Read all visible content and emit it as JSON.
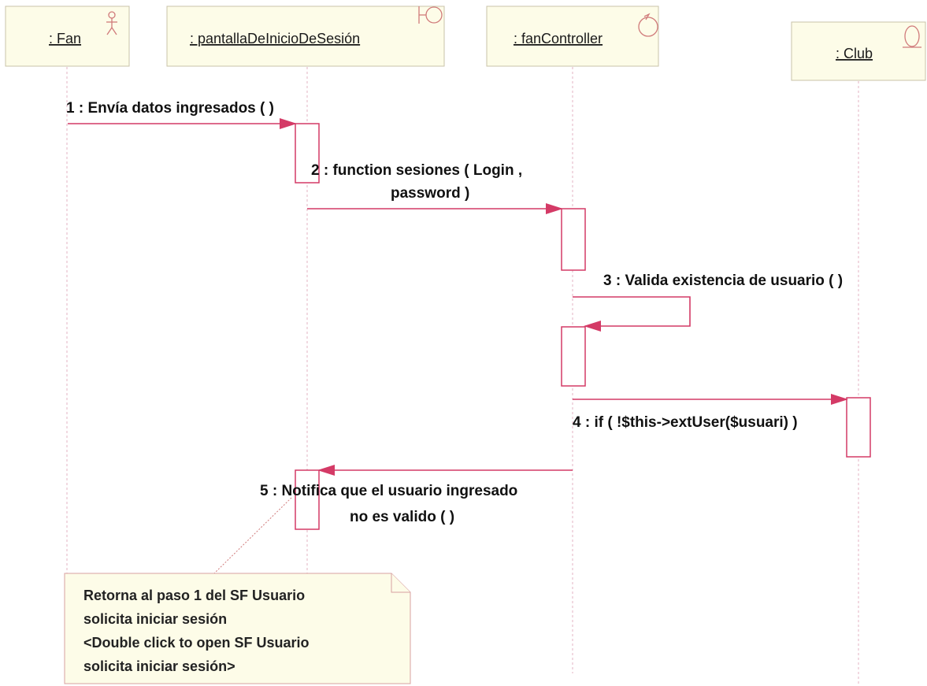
{
  "diagram": {
    "type": "sequence",
    "objects": [
      {
        "id": "fan",
        "label": ": Fan",
        "stereotype": "actor-icon"
      },
      {
        "id": "pantalla",
        "label": ": pantallaDeInicioDeSesión",
        "stereotype": "boundary-icon"
      },
      {
        "id": "controller",
        "label": ": fanController",
        "stereotype": "control-icon"
      },
      {
        "id": "club",
        "label": ": Club",
        "stereotype": "entity-icon"
      }
    ],
    "messages": [
      {
        "from": "fan",
        "to": "pantalla",
        "lines": [
          "1 : Envía datos ingresados (  )"
        ]
      },
      {
        "from": "pantalla",
        "to": "controller",
        "lines": [
          "2 : function sesiones ( Login ,",
          "password )"
        ]
      },
      {
        "from": "controller",
        "to": "controller",
        "lines": [
          "3 : Valida existencia de usuario (  )"
        ]
      },
      {
        "from": "controller",
        "to": "club",
        "lines": [
          "4 : if ( !$this->extUser($usuari) )"
        ]
      },
      {
        "from": "controller",
        "to": "pantalla",
        "lines": [
          "5 : Notifica que el usuario ingresado",
          "no es valido (  )"
        ]
      }
    ],
    "note": {
      "lines": [
        "Retorna al paso 1 del SF Usuario",
        "solicita iniciar sesión",
        "<Double click to open SF Usuario",
        "solicita iniciar sesión>"
      ]
    },
    "colors": {
      "message": "#d43a66",
      "box_fill": "#fdfce8"
    }
  }
}
